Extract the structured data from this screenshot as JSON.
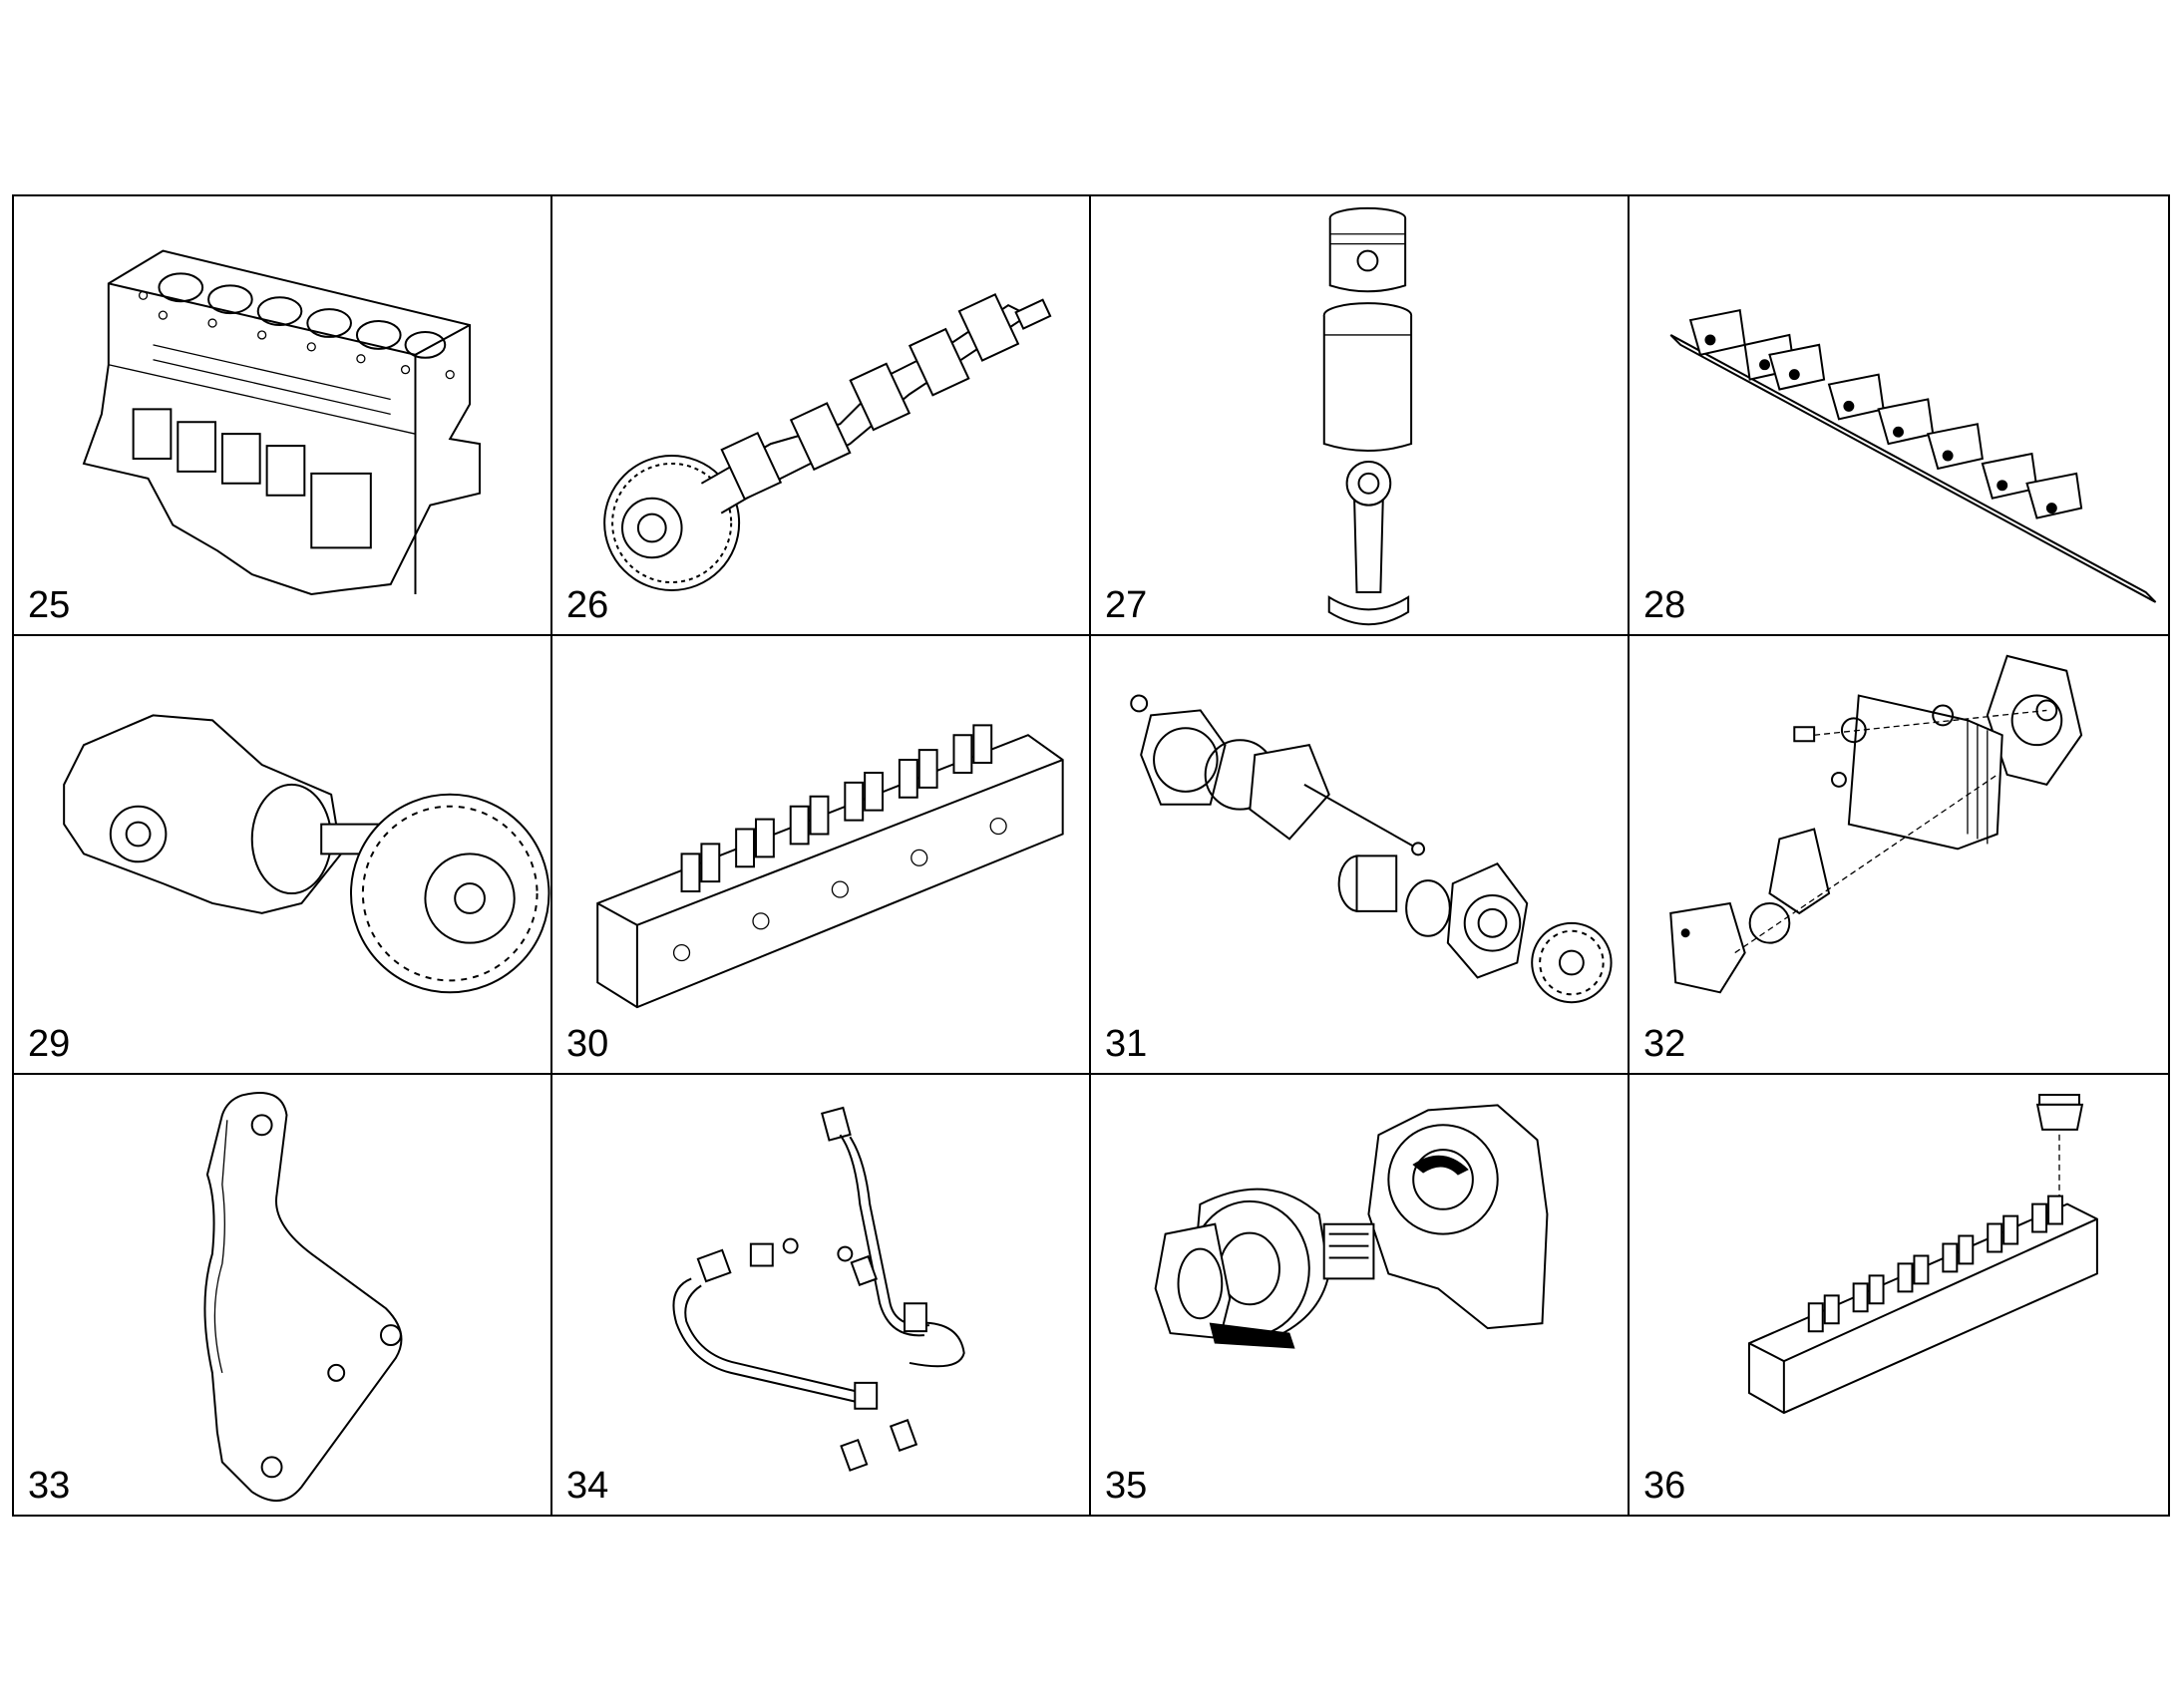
{
  "parts": [
    {
      "num": "25",
      "icon": "engine-block-icon"
    },
    {
      "num": "26",
      "icon": "crankshaft-icon"
    },
    {
      "num": "27",
      "icon": "piston-liner-rod-icon"
    },
    {
      "num": "28",
      "icon": "rocker-shaft-icon"
    },
    {
      "num": "29",
      "icon": "gear-pump-icon"
    },
    {
      "num": "30",
      "icon": "cylinder-head-icon"
    },
    {
      "num": "31",
      "icon": "water-pump-exploded-icon"
    },
    {
      "num": "32",
      "icon": "oil-cooler-exploded-icon"
    },
    {
      "num": "33",
      "icon": "bracket-icon"
    },
    {
      "num": "34",
      "icon": "pipe-fittings-icon"
    },
    {
      "num": "35",
      "icon": "turbocharger-icon"
    },
    {
      "num": "36",
      "icon": "cylinder-head-with-cap-icon"
    }
  ]
}
